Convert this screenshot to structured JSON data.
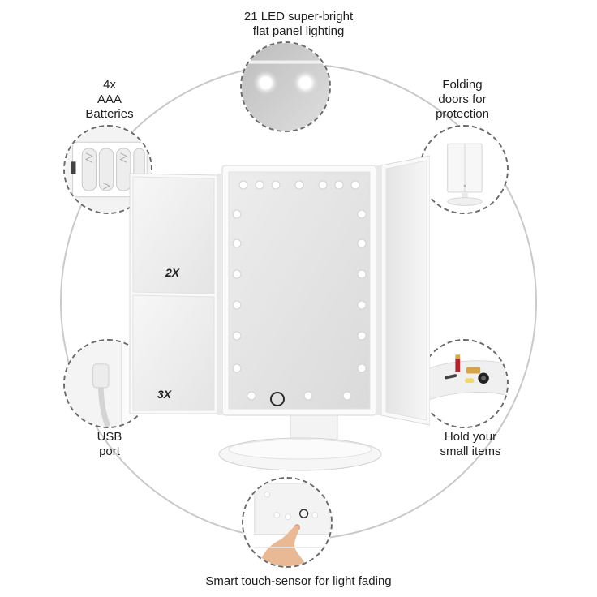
{
  "callouts": {
    "leds": {
      "label": "21 LED super-bright\nflat panel lighting",
      "icon": "led-lights-icon"
    },
    "batteries": {
      "label": "4x\nAAA\nBatteries",
      "icon": "battery-compartment-icon"
    },
    "folding": {
      "label": "Folding\ndoors for\nprotection",
      "icon": "folded-mirror-icon"
    },
    "usb": {
      "label": "USB\nport",
      "icon": "usb-cable-icon"
    },
    "storage": {
      "label": "Hold your\nsmall items",
      "icon": "storage-base-icon"
    },
    "touch": {
      "label": "Smart touch-sensor for light fading",
      "icon": "touch-sensor-icon"
    }
  },
  "mirror": {
    "left_top_mag": "2X",
    "left_bottom_mag": "3X"
  },
  "colors": {
    "ring": "#c9c9c9",
    "dashed_border": "#6a6a6a",
    "mirror_frame": "#f4f4f4",
    "mirror_glass": "#ececec"
  }
}
